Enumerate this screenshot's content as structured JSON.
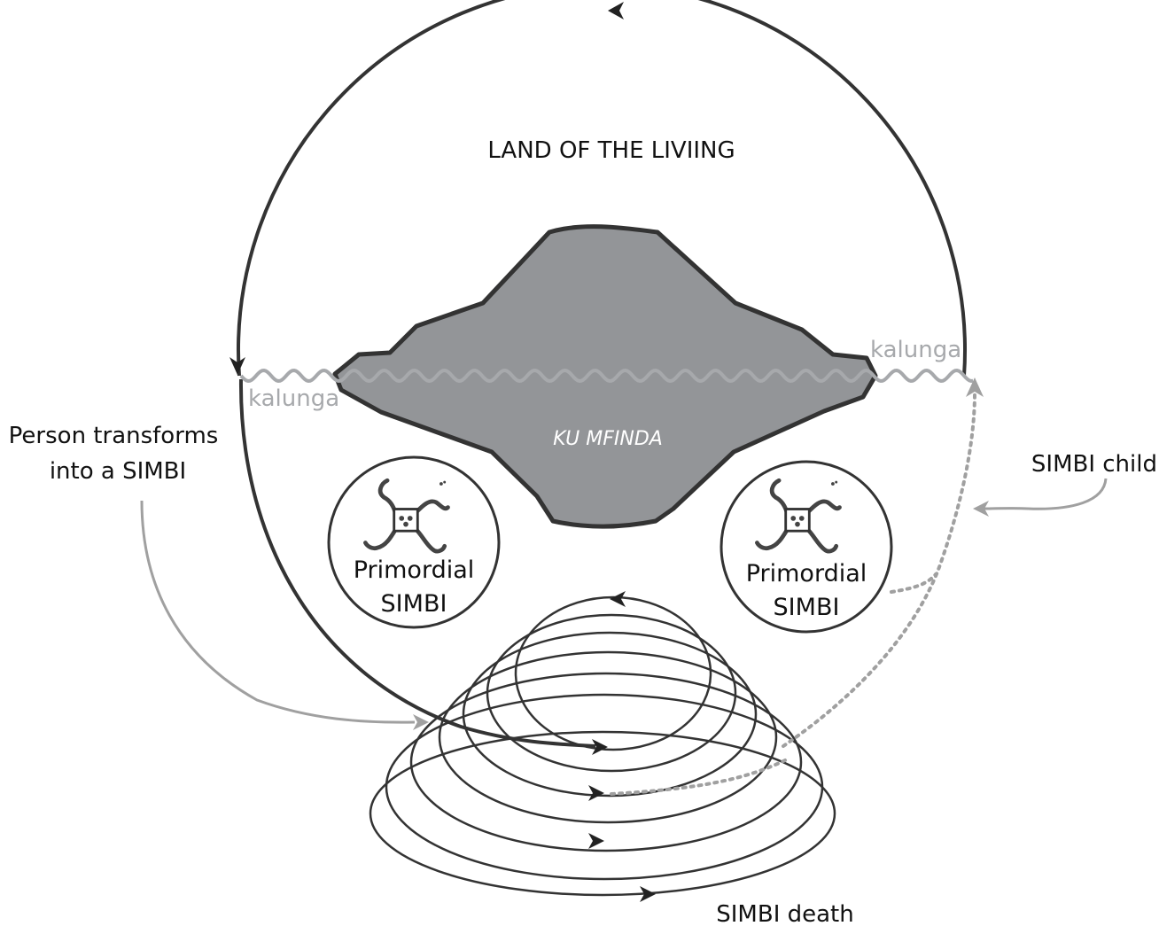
{
  "labels": {
    "land_of_living": "LAND OF THE LIVIING",
    "kalunga_left": "kalunga",
    "kalunga_right": "kalunga",
    "ku_mfinda": "KU MFINDA",
    "person_transforms_line1": "Person transforms",
    "person_transforms_line2": "into a SIMBI",
    "simbi_child": "SIMBI child",
    "simbi_death": "SIMBI death"
  },
  "primordial_left": {
    "line1": "Primordial",
    "line2": "SIMBI",
    "symbol_icon": "simbi-cosmogram-icon"
  },
  "primordial_right": {
    "line1": "Primordial",
    "line2": "SIMBI",
    "symbol_icon": "simbi-cosmogram-icon"
  },
  "colors": {
    "stroke_dark": "#333333",
    "mountain_fill": "#939598",
    "kalunga_line": "#a7a9ac",
    "label_grey": "#a7a9ac",
    "arrow_grey": "#a0a0a0"
  }
}
